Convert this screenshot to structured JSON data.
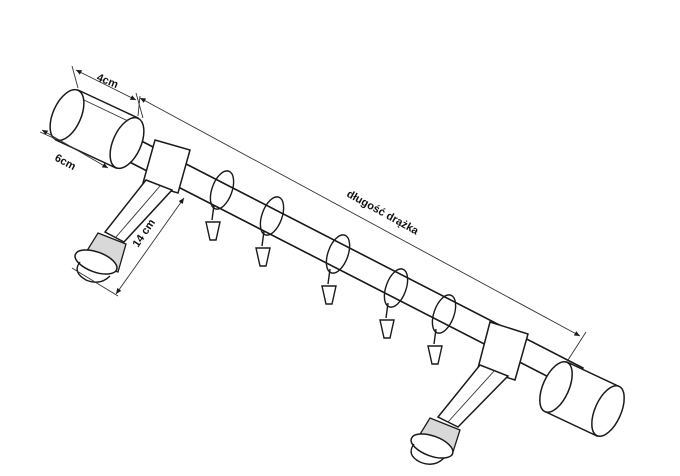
{
  "dimensions": {
    "finial_width": "4cm",
    "finial_diameter": "6cm",
    "bracket_length": "14 cm",
    "rod_length": "długość drążka"
  },
  "colors": {
    "line": "#1a1a1a",
    "background": "#ffffff"
  }
}
